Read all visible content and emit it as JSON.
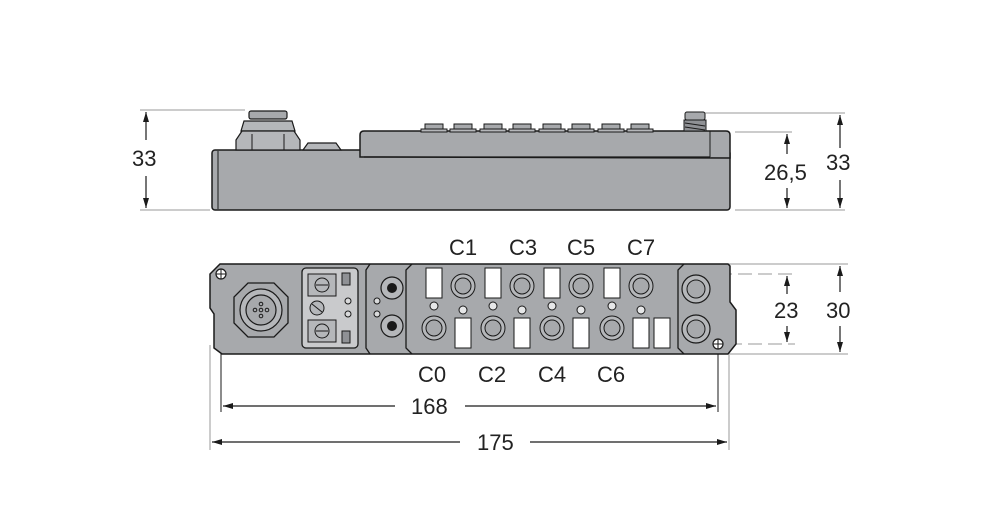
{
  "diagram": {
    "type": "technical-dimension-drawing",
    "subject": "fieldbus I/O module (side view and top view)",
    "colors": {
      "body": "#a7a9ac",
      "body_dark": "#8f9195",
      "outline": "#1a1a1a",
      "dimension_line": "#888888",
      "text": "#222222",
      "white": "#ffffff"
    }
  },
  "side_view": {
    "dimensions": {
      "left_height": "33",
      "right_inner_height": "26,5",
      "right_total_height": "33"
    }
  },
  "top_view": {
    "channel_labels_top": [
      "C1",
      "C3",
      "C5",
      "C7"
    ],
    "channel_labels_bottom": [
      "C0",
      "C2",
      "C4",
      "C6"
    ],
    "dimensions": {
      "inner_height": "23",
      "total_height": "30",
      "mounting_width": "168",
      "total_width": "175"
    }
  }
}
